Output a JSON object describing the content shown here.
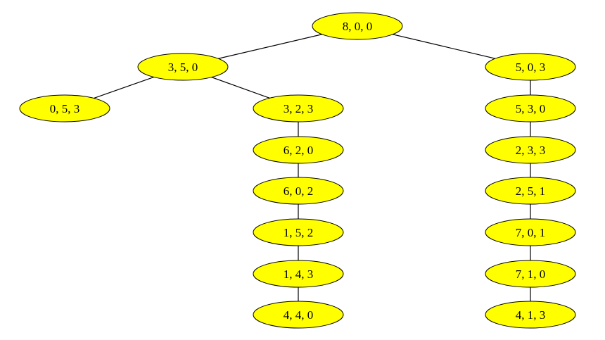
{
  "diagram": {
    "fill_color": "#ffff00",
    "stroke_color": "#000000",
    "nodes": [
      {
        "id": "root",
        "label": "8, 0, 0"
      },
      {
        "id": "a",
        "label": "3, 5, 0"
      },
      {
        "id": "b",
        "label": "5, 0, 3"
      },
      {
        "id": "a1",
        "label": "0, 5, 3"
      },
      {
        "id": "a2",
        "label": "3, 2, 3"
      },
      {
        "id": "a3",
        "label": "6, 2, 0"
      },
      {
        "id": "a4",
        "label": "6, 0, 2"
      },
      {
        "id": "a5",
        "label": "1, 5, 2"
      },
      {
        "id": "a6",
        "label": "1, 4, 3"
      },
      {
        "id": "a7",
        "label": "4, 4, 0"
      },
      {
        "id": "b1",
        "label": "5, 3, 0"
      },
      {
        "id": "b2",
        "label": "2, 3, 3"
      },
      {
        "id": "b3",
        "label": "2, 5, 1"
      },
      {
        "id": "b4",
        "label": "7, 0, 1"
      },
      {
        "id": "b5",
        "label": "7, 1, 0"
      },
      {
        "id": "b6",
        "label": "4, 1, 3"
      }
    ],
    "edges": [
      [
        "root",
        "a"
      ],
      [
        "root",
        "b"
      ],
      [
        "a",
        "a1"
      ],
      [
        "a",
        "a2"
      ],
      [
        "a2",
        "a3"
      ],
      [
        "a3",
        "a4"
      ],
      [
        "a4",
        "a5"
      ],
      [
        "a5",
        "a6"
      ],
      [
        "a6",
        "a7"
      ],
      [
        "b",
        "b1"
      ],
      [
        "b1",
        "b2"
      ],
      [
        "b2",
        "b3"
      ],
      [
        "b3",
        "b4"
      ],
      [
        "b4",
        "b5"
      ],
      [
        "b5",
        "b6"
      ]
    ]
  }
}
